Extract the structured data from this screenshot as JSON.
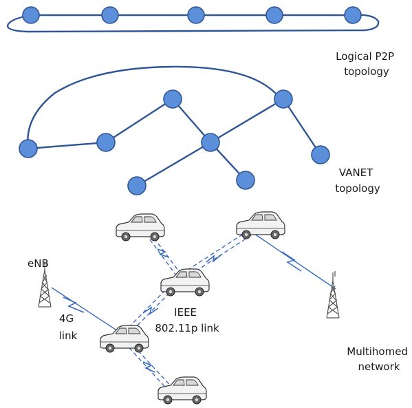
{
  "labels": {
    "p2p": [
      "Logical P2P",
      "topology"
    ],
    "vanet": [
      "VANET",
      "topology"
    ],
    "enb": "eNB",
    "lte": [
      "4G",
      "link"
    ],
    "ieee": [
      "IEEE",
      "802.11p link"
    ],
    "multihomed": [
      "Multihomed",
      "network"
    ]
  },
  "colors": {
    "node_fill": "#5b8fd9",
    "edge": "#2f5597",
    "link": "#3a6bbf"
  },
  "icons": {
    "vehicle": "car-icon",
    "base_station": "cell-tower-icon"
  }
}
